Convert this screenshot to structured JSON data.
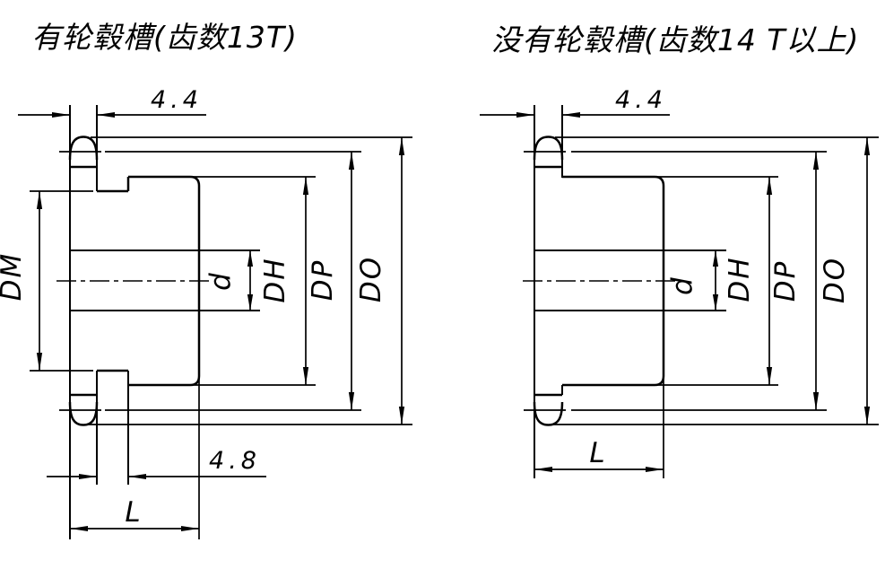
{
  "background": "#ffffff",
  "line_color": "#000000",
  "left_drawing": {
    "title": "有轮毂槽(齿数13T)",
    "labels": {
      "tooth_width": "4.4",
      "groove_width": "4.8",
      "length": "L",
      "boss_diameter": "DM",
      "bore_diameter": "d",
      "hub_diameter": "DH",
      "pitch_diameter": "DP",
      "outer_diameter": "DO"
    }
  },
  "right_drawing": {
    "title": "没有轮毂槽(齿数14 T以上)",
    "labels": {
      "tooth_width": "4.4",
      "length": "L",
      "bore_diameter": "d",
      "hub_diameter": "DH",
      "pitch_diameter": "DP",
      "outer_diameter": "DO"
    }
  }
}
